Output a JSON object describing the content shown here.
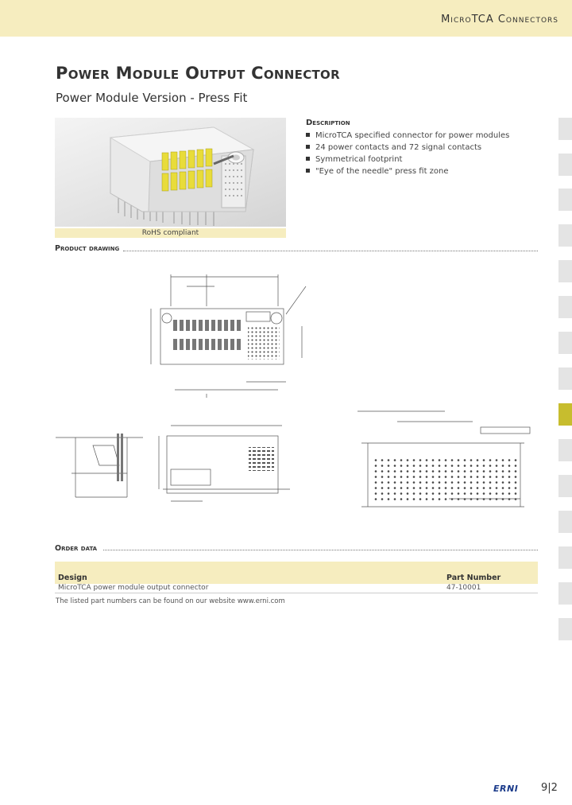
{
  "header": {
    "title": "MicroTCA Connectors"
  },
  "main": {
    "title": "Power Module Output Connector",
    "subtitle": "Power Module Version - Press Fit"
  },
  "photo": {
    "caption": "RoHS compliant"
  },
  "description": {
    "heading": "Description",
    "items": [
      "MicroTCA specified connector for power modules",
      "24 power contacts and 72 signal contacts",
      "Symmetrical footprint",
      "\"Eye of the needle\" press fit zone"
    ]
  },
  "product_drawing": {
    "heading": "Product drawing"
  },
  "order_data": {
    "heading": "Order data",
    "columns": [
      "Design",
      "Part Number"
    ],
    "rows": [
      {
        "design": "MicroTCA power module output connector",
        "part_number": "47-10001"
      }
    ],
    "note": "The listed part numbers can be found on our website www.erni.com"
  },
  "footer": {
    "logo": "ERNI",
    "page": "9|2"
  },
  "colors": {
    "accent_band": "#f6edbf",
    "active_tab": "#c7bd2e",
    "tab": "#e4e4e4",
    "logo_blue": "#1a3a8a"
  }
}
